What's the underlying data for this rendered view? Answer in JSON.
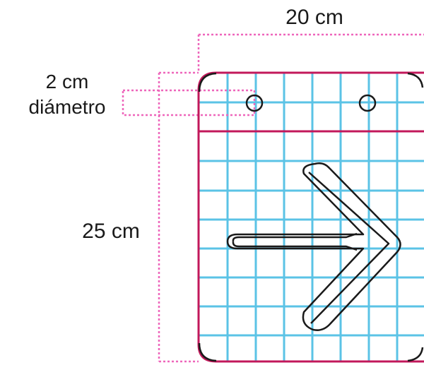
{
  "labels": {
    "width": "20 cm",
    "height": "25 cm",
    "hole_size_line1": "2 cm",
    "hole_size_line2": "diámetro"
  },
  "colors": {
    "grid": "#5bc3e6",
    "border": "#c2185b",
    "dimension_guides": "#ee66bb",
    "shape_outline": "#1a1a1a",
    "background": "#ffffff"
  }
}
